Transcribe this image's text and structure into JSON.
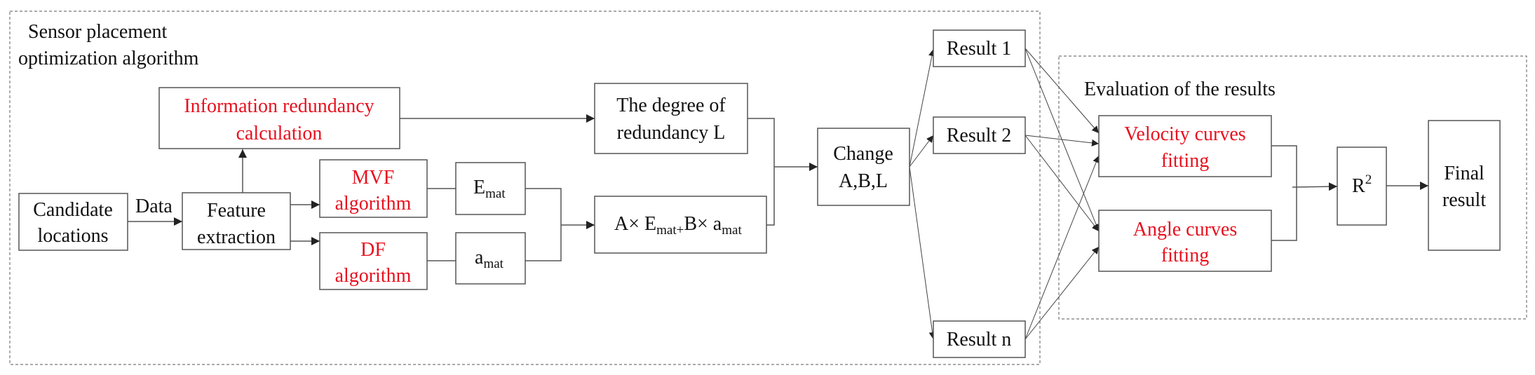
{
  "groups": {
    "optimization": {
      "title_line1": "Sensor placement",
      "title_line2": "optimization algorithm"
    },
    "evaluation": {
      "title": "Evaluation of the results"
    }
  },
  "nodes": {
    "candidate": {
      "line1": "Candidate",
      "line2": "locations"
    },
    "data_label": "Data",
    "feature": {
      "line1": "Feature",
      "line2": "extraction"
    },
    "info_redundancy": {
      "line1": "Information redundancy",
      "line2": "calculation"
    },
    "degree": {
      "line1": "The degree of",
      "line2": "redundancy L"
    },
    "mvf": {
      "line1": "MVF",
      "line2": "algorithm"
    },
    "df": {
      "line1": "DF",
      "line2": "algorithm"
    },
    "emat": {
      "base": "E",
      "sub": "mat"
    },
    "amat": {
      "base": "a",
      "sub": "mat"
    },
    "formula": {
      "part1": "A× E",
      "sub1": "mat+",
      "part2": "B× a",
      "sub2": "mat"
    },
    "change": {
      "line1": "Change",
      "line2": "A,B,L"
    },
    "result1": "Result 1",
    "result2": "Result 2",
    "resultn": "Result n",
    "velocity": {
      "line1": "Velocity curves",
      "line2": "fitting"
    },
    "angle": {
      "line1": "Angle curves",
      "line2": "fitting"
    },
    "r2": {
      "base": "R",
      "sup": "2"
    },
    "final": {
      "line1": "Final",
      "line2": "result"
    }
  },
  "colors": {
    "highlight": "#e8101e",
    "text": "#111111",
    "line": "#555555"
  }
}
